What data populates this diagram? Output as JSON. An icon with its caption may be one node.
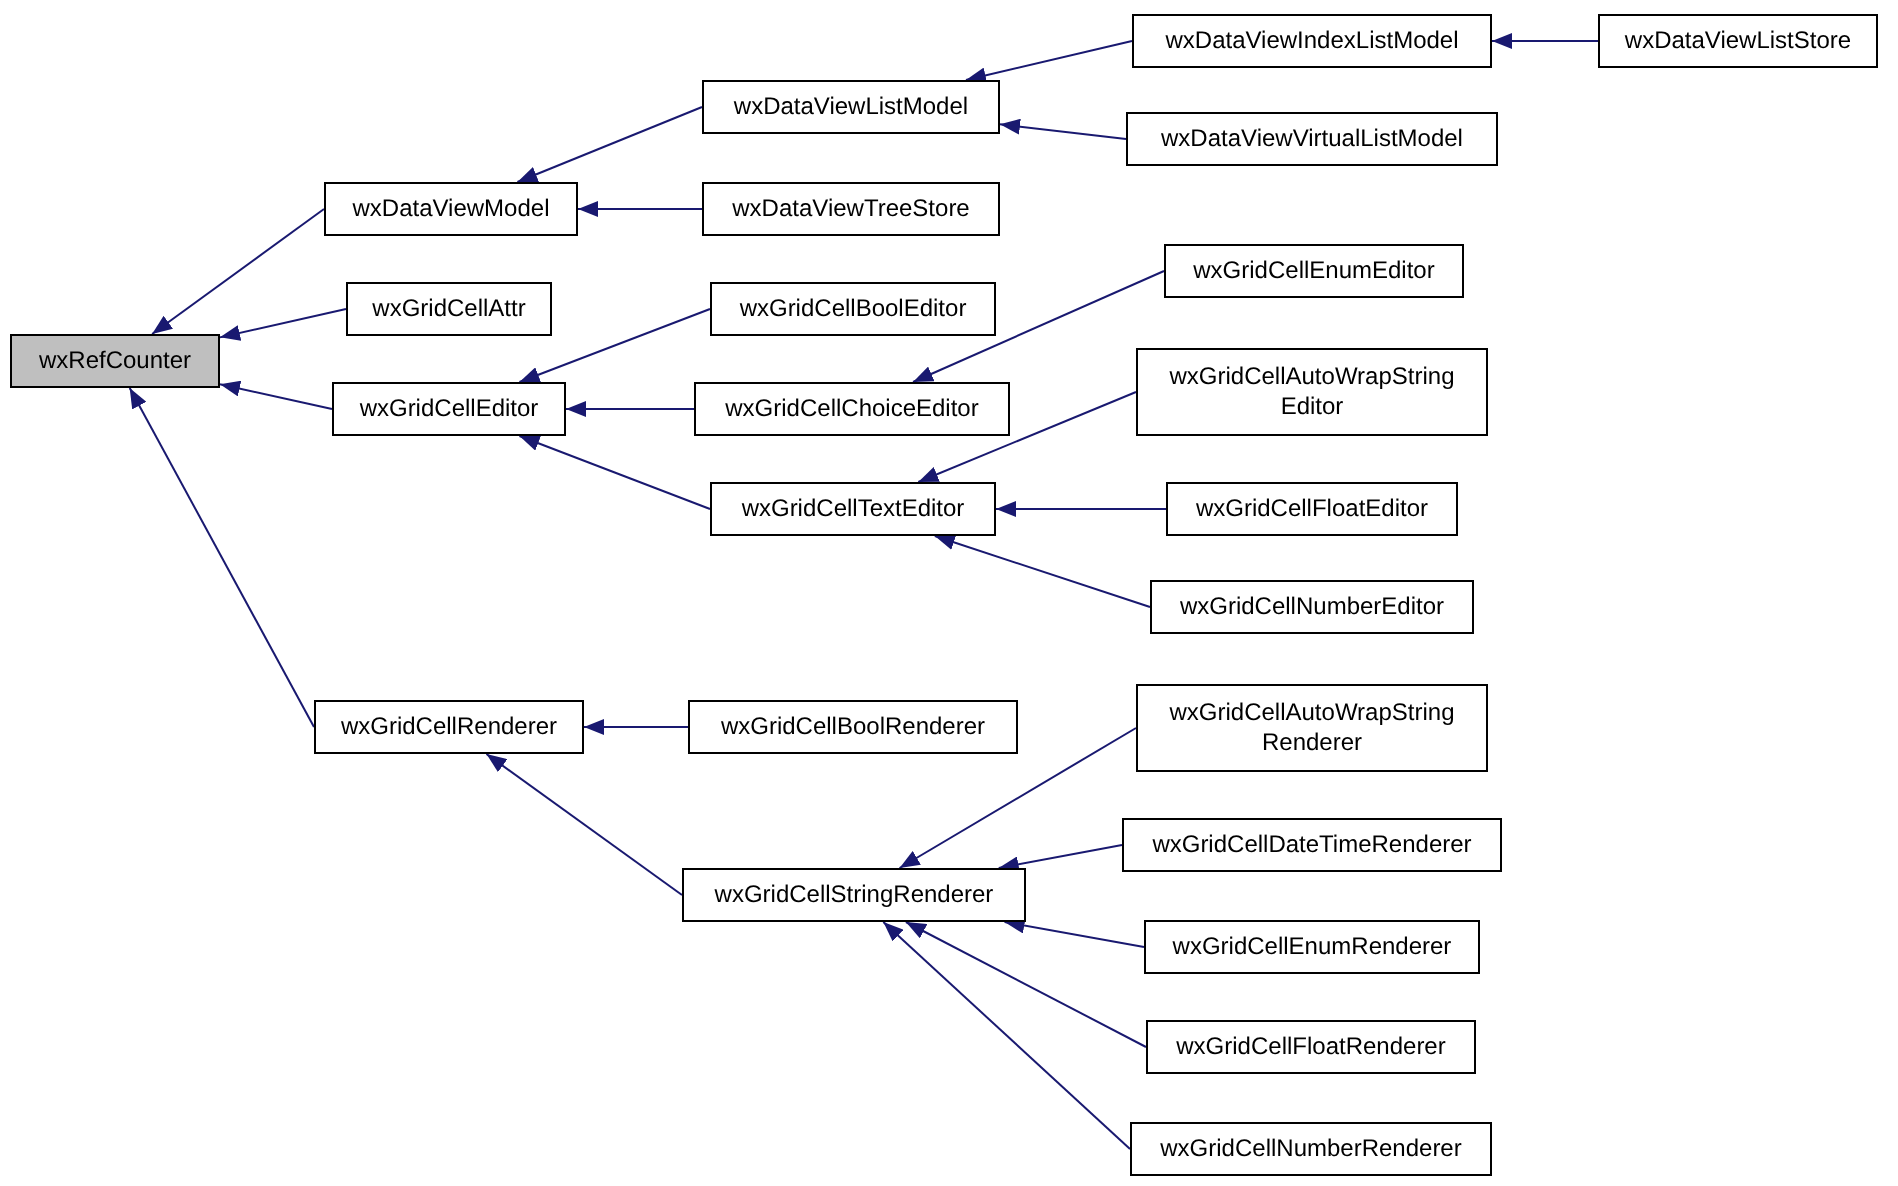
{
  "diagram": {
    "nodes": [
      {
        "text": [
          "wxRefCounter"
        ]
      },
      {
        "text": [
          "wxDataViewModel"
        ]
      },
      {
        "text": [
          "wxGridCellAttr"
        ]
      },
      {
        "text": [
          "wxGridCellEditor"
        ]
      },
      {
        "text": [
          "wxGridCellRenderer"
        ]
      },
      {
        "text": [
          "wxDataViewListModel"
        ]
      },
      {
        "text": [
          "wxDataViewTreeStore"
        ]
      },
      {
        "text": [
          "wxDataViewIndexListModel"
        ]
      },
      {
        "text": [
          "wxDataViewVirtualListModel"
        ]
      },
      {
        "text": [
          "wxDataViewListStore"
        ]
      },
      {
        "text": [
          "wxGridCellBoolEditor"
        ]
      },
      {
        "text": [
          "wxGridCellChoiceEditor"
        ]
      },
      {
        "text": [
          "wxGridCellTextEditor"
        ]
      },
      {
        "text": [
          "wxGridCellEnumEditor"
        ]
      },
      {
        "text": [
          "wxGridCellAutoWrapString Editor"
        ]
      },
      {
        "text": [
          "wxGridCellFloatEditor"
        ]
      },
      {
        "text": [
          "wxGridCellNumberEditor"
        ]
      },
      {
        "text": [
          "wxGridCellBoolRenderer"
        ]
      },
      {
        "text": [
          "wxGridCellStringRenderer"
        ]
      },
      {
        "text": [
          "wxGridCellAutoWrapString Renderer"
        ]
      },
      {
        "text": [
          "wxGridCellDateTimeRenderer"
        ]
      },
      {
        "text": [
          "wxGridCellEnumRenderer"
        ]
      },
      {
        "text": [
          "wxGridCellFloatRenderer"
        ]
      },
      {
        "text": [
          "wxGridCellNumberRenderer"
        ]
      }
    ],
    "edges": [
      {
        "from": 1,
        "to": 0,
        "arrow": "to"
      },
      {
        "from": 2,
        "to": 0,
        "arrow": "to"
      },
      {
        "from": 3,
        "to": 0,
        "arrow": "to"
      },
      {
        "from": 4,
        "to": 0,
        "arrow": "to"
      },
      {
        "from": 5,
        "to": 1,
        "arrow": "to"
      },
      {
        "from": 6,
        "to": 1,
        "arrow": "to"
      },
      {
        "from": 7,
        "to": 5,
        "arrow": "to"
      },
      {
        "from": 8,
        "to": 5,
        "arrow": "to"
      },
      {
        "from": 9,
        "to": 7,
        "arrow": "to"
      },
      {
        "from": 10,
        "to": 3,
        "arrow": "to"
      },
      {
        "from": 11,
        "to": 3,
        "arrow": "to"
      },
      {
        "from": 12,
        "to": 3,
        "arrow": "to"
      },
      {
        "from": 13,
        "to": 11,
        "arrow": "to"
      },
      {
        "from": 14,
        "to": 12,
        "arrow": "to"
      },
      {
        "from": 15,
        "to": 12,
        "arrow": "to"
      },
      {
        "from": 16,
        "to": 12,
        "arrow": "to"
      },
      {
        "from": 17,
        "to": 4,
        "arrow": "to"
      },
      {
        "from": 18,
        "to": 4,
        "arrow": "to"
      },
      {
        "from": 19,
        "to": 18,
        "arrow": "to"
      },
      {
        "from": 20,
        "to": 18,
        "arrow": "to"
      },
      {
        "from": 21,
        "to": 18,
        "arrow": "to"
      },
      {
        "from": 22,
        "to": 18,
        "arrow": "to"
      },
      {
        "from": 23,
        "to": 18,
        "arrow": "to"
      }
    ]
  }
}
